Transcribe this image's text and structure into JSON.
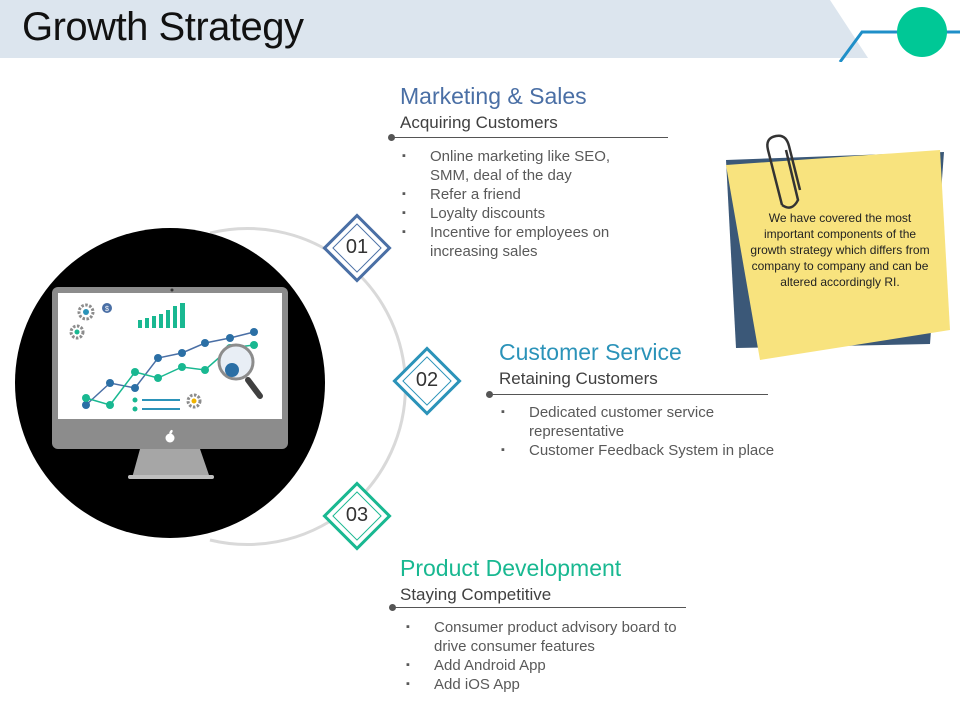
{
  "page_title": "Growth Strategy",
  "colors": {
    "title_band": "#dce5ee",
    "accent_line": "#1f8fc8",
    "accent_circle": "#00c896",
    "section1": "#4a6fa5",
    "section2": "#2b93b9",
    "section3": "#19b891",
    "note_yellow": "#f8e37e",
    "note_back": "#3b5878"
  },
  "sections": [
    {
      "number": "01",
      "title": "Marketing & Sales",
      "subtitle": "Acquiring Customers",
      "bullets": [
        "Online marketing like SEO,\nSMM, deal of the day",
        "Refer a friend",
        "Loyalty discounts",
        "Incentive for employees on\nincreasing sales"
      ]
    },
    {
      "number": "02",
      "title": "Customer Service",
      "subtitle": "Retaining Customers",
      "bullets": [
        "Dedicated customer service\nrepresentative",
        "Customer Feedback System in place"
      ]
    },
    {
      "number": "03",
      "title": "Product Development",
      "subtitle": "Staying Competitive",
      "bullets": [
        "Consumer product advisory board to\ndrive consumer features",
        "Add Android App",
        "Add iOS App"
      ]
    }
  ],
  "note": {
    "text": "We have covered the most important components of the growth strategy which differs from company to company and can be altered accordingly RI."
  },
  "icons": [
    "monitor-icon",
    "gear-icon",
    "dollar-icon",
    "magnifier-icon",
    "apple-logo-icon",
    "paperclip-icon"
  ]
}
